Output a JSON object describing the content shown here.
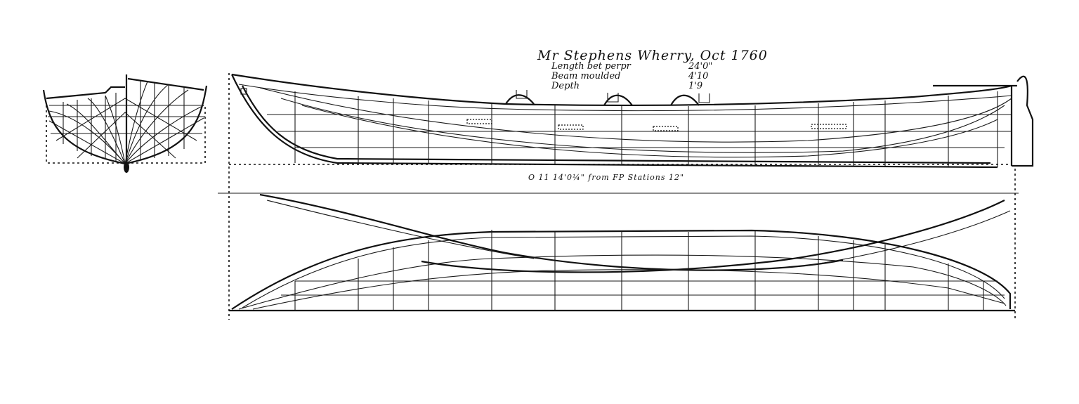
{
  "title": "Mr Stephens Wherry, Oct 1760",
  "specs": [
    {
      "label": "Length bet perpr",
      "value": "24'0\""
    },
    {
      "label": "Beam moulded",
      "value": "4'10"
    },
    {
      "label": "Depth",
      "value": "1'9"
    }
  ],
  "footnote": "O 11 14'0¼\" from FP   Stations 12\"",
  "views": [
    "body-plan",
    "sheer-profile",
    "half-breadth-plan"
  ]
}
